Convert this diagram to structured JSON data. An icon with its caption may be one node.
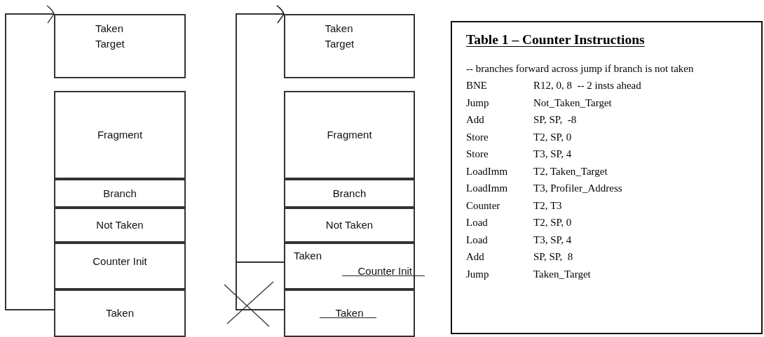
{
  "diagram": {
    "title": "Table 1 – Counter Instructions",
    "nodes": [
      {
        "text": [
          "Taken Target"
        ]
      },
      {
        "text": [
          "Fragment"
        ]
      },
      {
        "text": [
          "Branch"
        ]
      },
      {
        "text": [
          "Not Taken"
        ]
      },
      {
        "text": [
          "Counter Init"
        ]
      },
      {
        "text": [
          "Taken"
        ]
      },
      {
        "text": [
          "Taken Target"
        ]
      },
      {
        "text": [
          "Fragment"
        ]
      },
      {
        "text": [
          "Branch"
        ]
      },
      {
        "text": [
          "Not Taken"
        ]
      },
      {
        "text": [
          "Taken",
          "Counter Init"
        ]
      },
      {
        "text": [
          "Taken"
        ]
      }
    ],
    "edges": [
      {
        "from": 5,
        "to": 0,
        "arrow": "to"
      },
      {
        "from": 10,
        "to": 6,
        "arrow": "to"
      },
      {
        "from": 11,
        "to": 6,
        "arrow": "to"
      }
    ],
    "labels": [
      "-- branches forward across jump if branch is not taken",
      "BNE",
      "R12, 0, 8  -- 2 insts ahead",
      "Jump",
      "Not_Taken_Target",
      "Add",
      "SP, SP,  -8",
      "Store",
      "T2, SP, 0",
      "Store",
      "T3, SP, 4",
      "LoadImm",
      "T2, Taken_Target",
      "LoadImm",
      "T3, Profiler_Address",
      "Counter",
      "T2, T3",
      "Load",
      "T2, SP, 0",
      "Load",
      "T3, SP, 4",
      "Add",
      "SP, SP,  8",
      "Jump",
      "Taken_Target"
    ]
  }
}
